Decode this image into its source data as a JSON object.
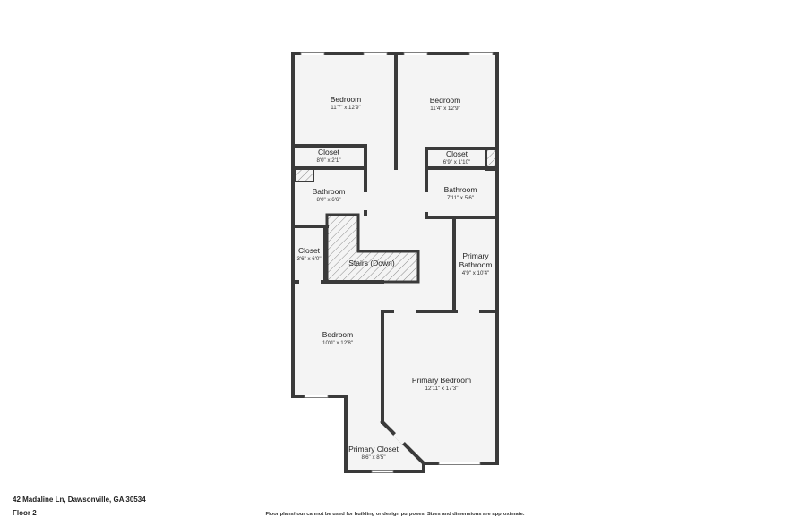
{
  "rooms": {
    "bedroom_nw": {
      "name": "Bedroom",
      "dims": "11'7\" x 12'9\""
    },
    "bedroom_ne": {
      "name": "Bedroom",
      "dims": "11'4\" x 12'9\""
    },
    "closet_nw": {
      "name": "Closet",
      "dims": "8'0\" x 2'1\""
    },
    "closet_ne": {
      "name": "Closet",
      "dims": "6'9\" x 1'10\""
    },
    "bathroom_w": {
      "name": "Bathroom",
      "dims": "8'0\" x 6'6\""
    },
    "bathroom_e": {
      "name": "Bathroom",
      "dims": "7'11\" x 5'6\""
    },
    "closet_w": {
      "name": "Closet",
      "dims": "3'6\" x 6'0\""
    },
    "stairs": {
      "name": "Stairs (Down)"
    },
    "primary_bathroom": {
      "name_line1": "Primary",
      "name_line2": "Bathroom",
      "dims": "4'9\" x 10'4\""
    },
    "bedroom_sw": {
      "name": "Bedroom",
      "dims": "10'0\" x 12'8\""
    },
    "primary_bedroom": {
      "name": "Primary Bedroom",
      "dims": "12'11\" x 17'3\""
    },
    "primary_closet": {
      "name": "Primary Closet",
      "dims": "8'6\" x 8'5\""
    }
  },
  "footer": {
    "address": "42 Madaline Ln, Dawsonville, GA 30534",
    "floor": "Floor 2",
    "disclaimer": "Floor plans/tour cannot be used for building or design purposes. Sizes and dimensions are approximate."
  },
  "colors": {
    "wall": "#3a3a3a",
    "floor": "#f4f4f4",
    "window": "#ffffff"
  }
}
